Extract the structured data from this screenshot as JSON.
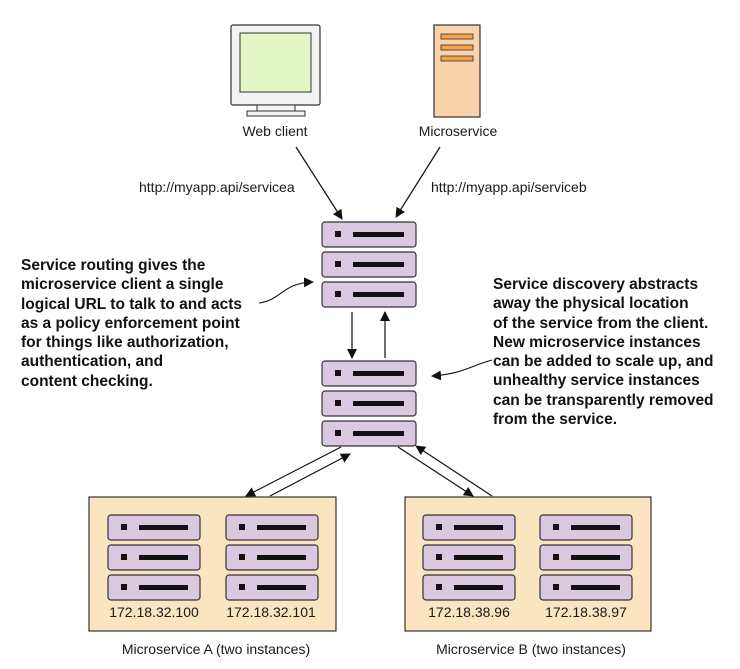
{
  "nodes": {
    "web_client": "Web client",
    "microservice": "Microservice",
    "url_a": "http://myapp.api/servicea",
    "url_b": "http://myapp.api/serviceb",
    "group_a": {
      "label": "Microservice A (two instances)",
      "instance_1": "172.18.32.100",
      "instance_2": "172.18.32.101"
    },
    "group_b": {
      "label": "Microservice B (two instances)",
      "instance_1": "172.18.38.96",
      "instance_2": "172.18.38.97"
    }
  },
  "notes": {
    "routing": [
      "Service routing gives the",
      "microservice client a single",
      "logical URL to talk to and acts",
      "as a policy enforcement point",
      "for things like authorization,",
      "authentication, and",
      "content checking."
    ],
    "discovery": [
      "Service discovery abstracts",
      "away the physical location",
      "of the service from the client.",
      "New microservice instances",
      "can be added to scale up, and",
      "unhealthy service instances",
      "can be transparently removed",
      "from the service."
    ]
  },
  "colors": {
    "server_fill": "#d9c8e0",
    "group_fill": "#fae5c0",
    "monitor_fill": "#e4f6c6",
    "tower_fill": "#f9d3a9",
    "tower_slot": "#f4a24b"
  }
}
